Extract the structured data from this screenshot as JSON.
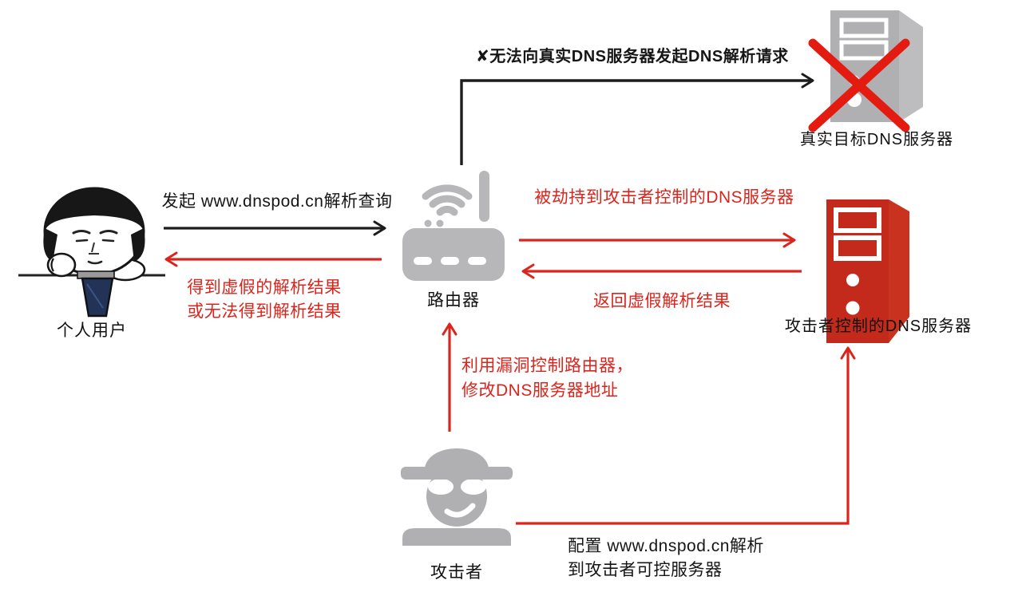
{
  "title": "DNS hijack attack diagram",
  "colors": {
    "black": "#1c1c1c",
    "red": "#da251d",
    "x_red": "#e41b10",
    "icon_gray": "#b0b0b2",
    "icon_gray_side": "#bdbdbf",
    "router_gray": "#b7b7b9",
    "server_red": "#c32a1c",
    "server_red_side": "#c8321f",
    "tie_navy": "#233358"
  },
  "nodes": {
    "user": {
      "label": "个人用户"
    },
    "router": {
      "label": "路由器"
    },
    "real_dns": {
      "label": "真实目标DNS服务器"
    },
    "attacker_dns": {
      "label": "攻击者控制的DNS服务器"
    },
    "attacker": {
      "label": "攻击者"
    }
  },
  "edges": {
    "query": {
      "label": "发起 www.dnspod.cn解析查询"
    },
    "fake_result_to_user": {
      "line1": "得到虚假的解析结果",
      "line2": "或无法得到解析结果"
    },
    "blocked_request": {
      "label": "✘无法向真实DNS服务器发起DNS解析请求"
    },
    "hijack": {
      "label": "被劫持到攻击者控制的DNS服务器"
    },
    "fake_result_to_router": {
      "label": "返回虚假解析结果"
    },
    "exploit_router": {
      "line1": "利用漏洞控制路由器，",
      "line2": "修改DNS服务器地址"
    },
    "configure_resolution": {
      "line1": "配置 www.dnspod.cn解析",
      "line2": "到攻击者可控服务器"
    }
  }
}
